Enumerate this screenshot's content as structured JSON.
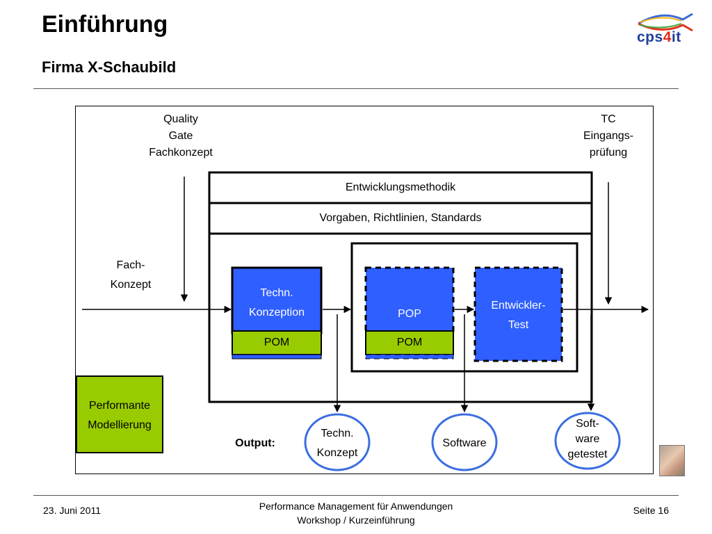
{
  "header": {
    "title": "Einführung",
    "subtitle": "Firma X-Schaubild",
    "logo": {
      "text_prefix": "cps",
      "text_highlight": "4",
      "text_suffix": "it"
    }
  },
  "diagram": {
    "quality_gate": "Quality\nGate\nFachkonzept",
    "tc_check": "TC\nEingangs-\nprüfung",
    "input_label": "Fach-\nKonzept",
    "layer_1": "Entwicklungsmethodik",
    "layer_2": "Vorgaben, Richtlinien, Standards",
    "box_techn": "Techn.\nKonzeption",
    "box_techn_sub": "POM",
    "box_pop": "POP",
    "box_pop_sub": "POM",
    "box_test": "Entwickler-\nTest",
    "performance_box": "Performante\nModellierung",
    "output_label": "Output:",
    "output_1": "Techn.\nKonzept",
    "output_2": "Software",
    "output_3": "Soft-\nware\ngetestet",
    "colors": {
      "blue": "#2f5fff",
      "green": "#99cc00",
      "circle": "#3a6ee0"
    }
  },
  "footer": {
    "date": "23. Juni 2011",
    "line1": "Performance Management für Anwendungen",
    "line2": "Workshop / Kurzeinführung",
    "page": "Seite 16"
  }
}
